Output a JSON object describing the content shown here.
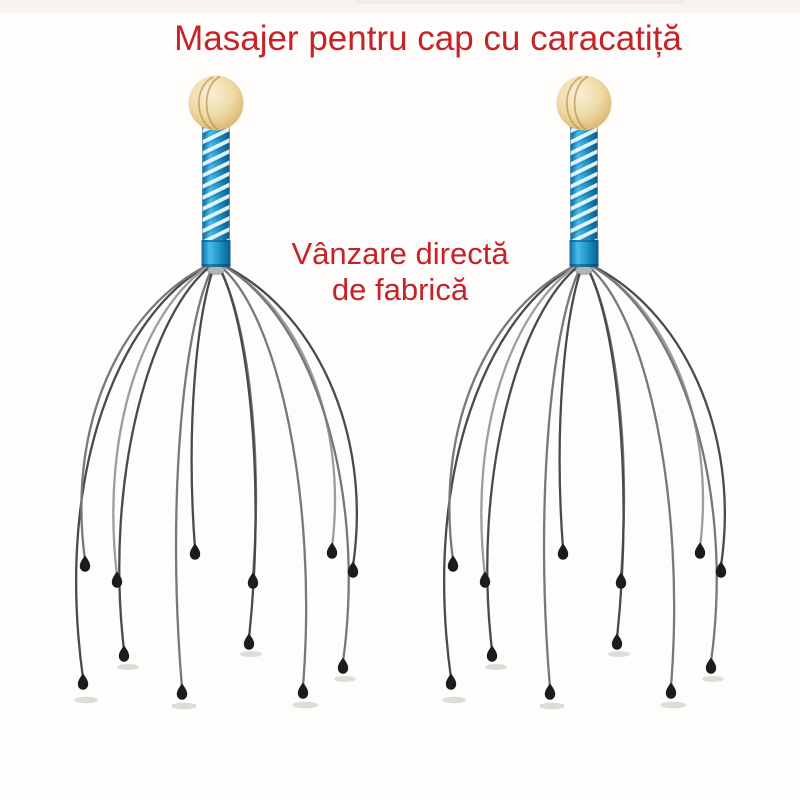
{
  "title": {
    "text": "Masajer pentru cap cu caracatiță"
  },
  "subtitle": {
    "line1": "Vânzare directă",
    "line2": "de fabrică"
  },
  "figures": [
    {
      "name": "head-massager-left"
    },
    {
      "name": "head-massager-right"
    }
  ],
  "colors": {
    "background": "#fefdfb",
    "top-band": "#f7f4f1",
    "top-noise": "#f0e3da",
    "text-red": "#c62328",
    "ball-highlight": "#faf0d4",
    "ball-base": "#efdba6",
    "ball-shade": "#d6ae67",
    "ball-groove": "#bd9754",
    "handle-edge": "#0d6ba0",
    "handle-light": "#4cbce9",
    "handle-mid": "#1f95ca",
    "handle-deep": "#0b5c8a",
    "stripe-white": "#f4fbff",
    "stripe-shadow": "#0a5278",
    "wire-dark": "#4a4a4a",
    "wire-mid": "#787878",
    "wire-light": "#9d9d9d",
    "bead": "#1c1c1c",
    "hub-metal": "#b5b5b5",
    "shadow": "#aba69f"
  }
}
